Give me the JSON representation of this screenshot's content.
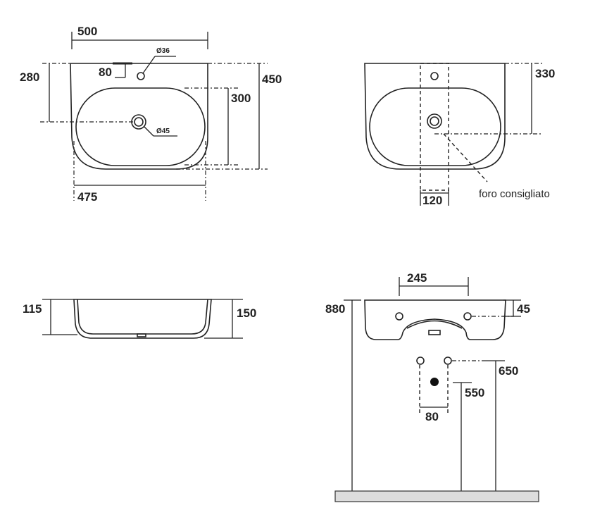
{
  "top_view": {
    "width_top": "500",
    "width_bottom": "475",
    "tap_offset": "80",
    "tap_hole": "Ø36",
    "drain_hole": "Ø45",
    "drain_depth": "280",
    "bowl_depth": "300",
    "total_depth": "450"
  },
  "rear_view": {
    "hole_distance": "330",
    "hole_zone_width": "120",
    "note": "foro consigliato"
  },
  "side_view": {
    "inner_height": "115",
    "outer_height": "150"
  },
  "front_view": {
    "fixing_spacing": "245",
    "fixing_height": "45",
    "install_height": "880",
    "pipe_spacing": "80",
    "drain_height": "550",
    "supply_height": "650"
  }
}
